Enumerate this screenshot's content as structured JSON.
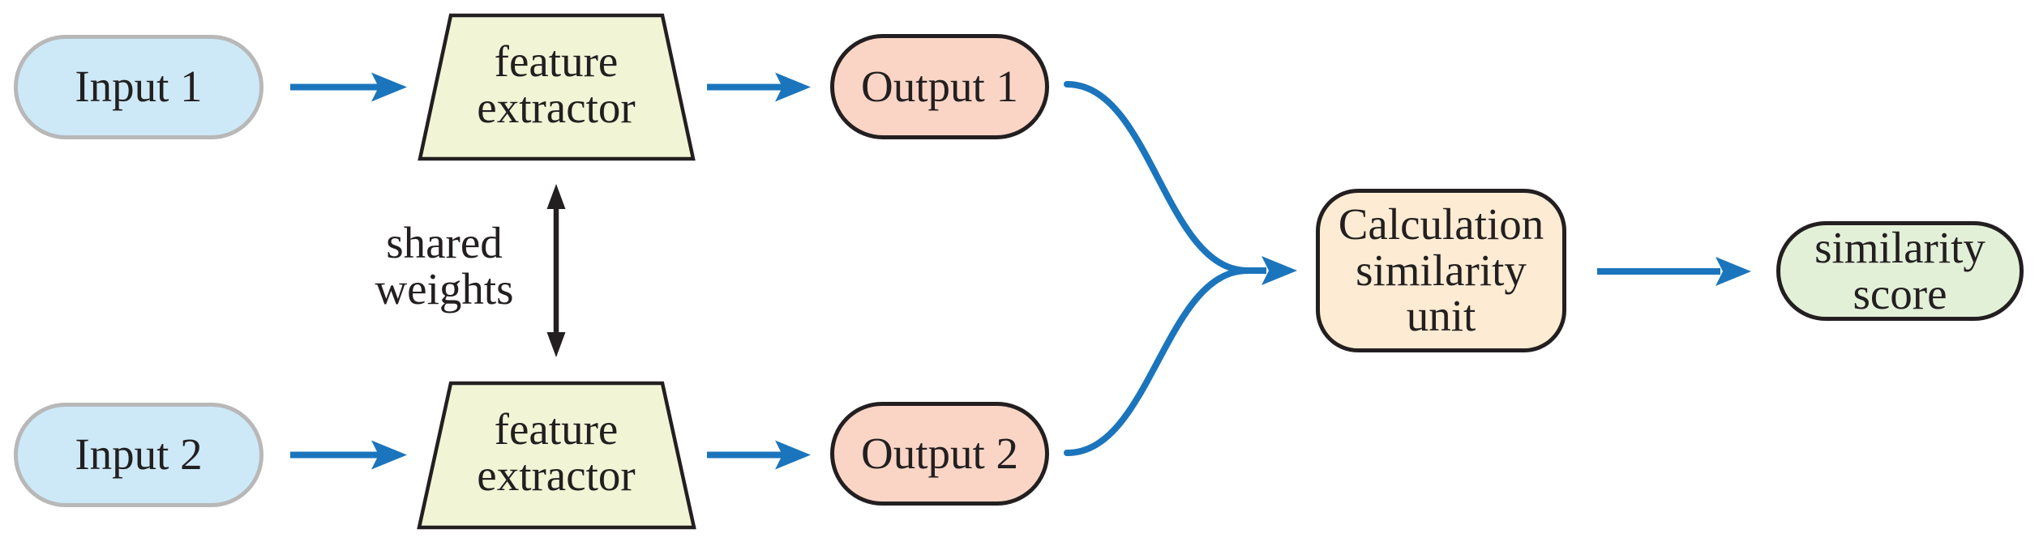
{
  "colors": {
    "arrow_blue": "#1b75bc",
    "input_fill": "#cde9f8",
    "input_border": "#b8b8b8",
    "extractor_fill": "#f2f4d6",
    "output_fill": "#fad5c5",
    "calc_fill": "#fdecd3",
    "score_fill": "#e3f0d8",
    "outline_dark": "#231f20",
    "text": "#231f20",
    "background": "#ffffff"
  },
  "nodes": {
    "input1": {
      "label": "Input 1"
    },
    "input2": {
      "label": "Input 2"
    },
    "extractor1": {
      "line1": "feature",
      "line2": "extractor"
    },
    "extractor2": {
      "line1": "feature",
      "line2": "extractor"
    },
    "output1": {
      "label": "Output 1"
    },
    "output2": {
      "label": "Output 2"
    },
    "calc_unit": {
      "line1": "Calculation",
      "line2": "similarity",
      "line3": "unit"
    },
    "score": {
      "line1": "similarity",
      "line2": "score"
    }
  },
  "annotations": {
    "shared_weights": {
      "line1": "shared",
      "line2": "weights"
    }
  }
}
